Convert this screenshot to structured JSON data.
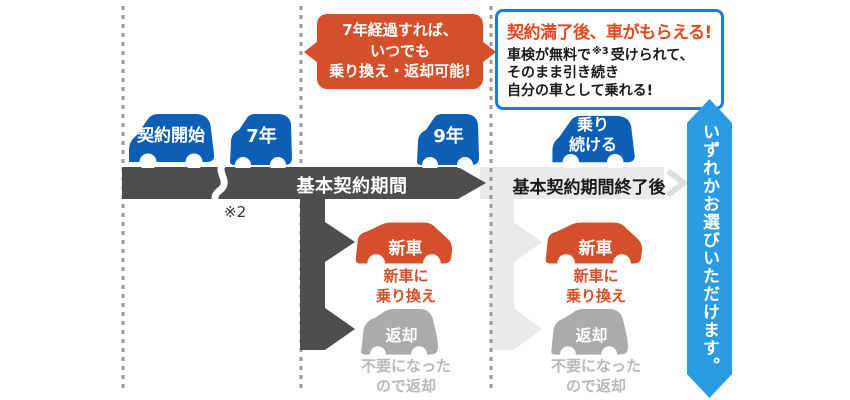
{
  "colors": {
    "blue_car": "#0D5EB5",
    "orange_accent": "#D4502B",
    "heading_red": "#E2491F",
    "dark_gray_bar": "#4D4D4D",
    "light_gray_bar": "#EAEAEA",
    "gray_car": "#ABABAB",
    "banner_blue": "#2B9BE3",
    "info_border_blue": "#1B7CD3"
  },
  "callout_bubble": {
    "text": "7年経過すれば、\nいつでも\n乗り換え・返却可能!"
  },
  "info_box": {
    "title": "契約満了後、車がもらえる!",
    "line1_pre": "車検が無料で",
    "line1_sup": "※3",
    "line1_post": "受けられて、",
    "line2": "そのまま引き続き",
    "line3": "自分の車として乗れる!"
  },
  "timeline": {
    "start_label": "契約開始",
    "year7_label": "7年",
    "year9_label": "9年",
    "keep_riding_label": "乗り\n続ける",
    "base_period_label": "基本契約期間",
    "after_period_label": "基本契約期間終了後",
    "note2": "※2"
  },
  "options": {
    "new_car_label": "新車",
    "new_car_caption": "新車に\n乗り換え",
    "return_label": "返却",
    "return_caption": "不要になった\nので返却"
  },
  "banner": {
    "text": "いずれかお選びいただけます。"
  }
}
